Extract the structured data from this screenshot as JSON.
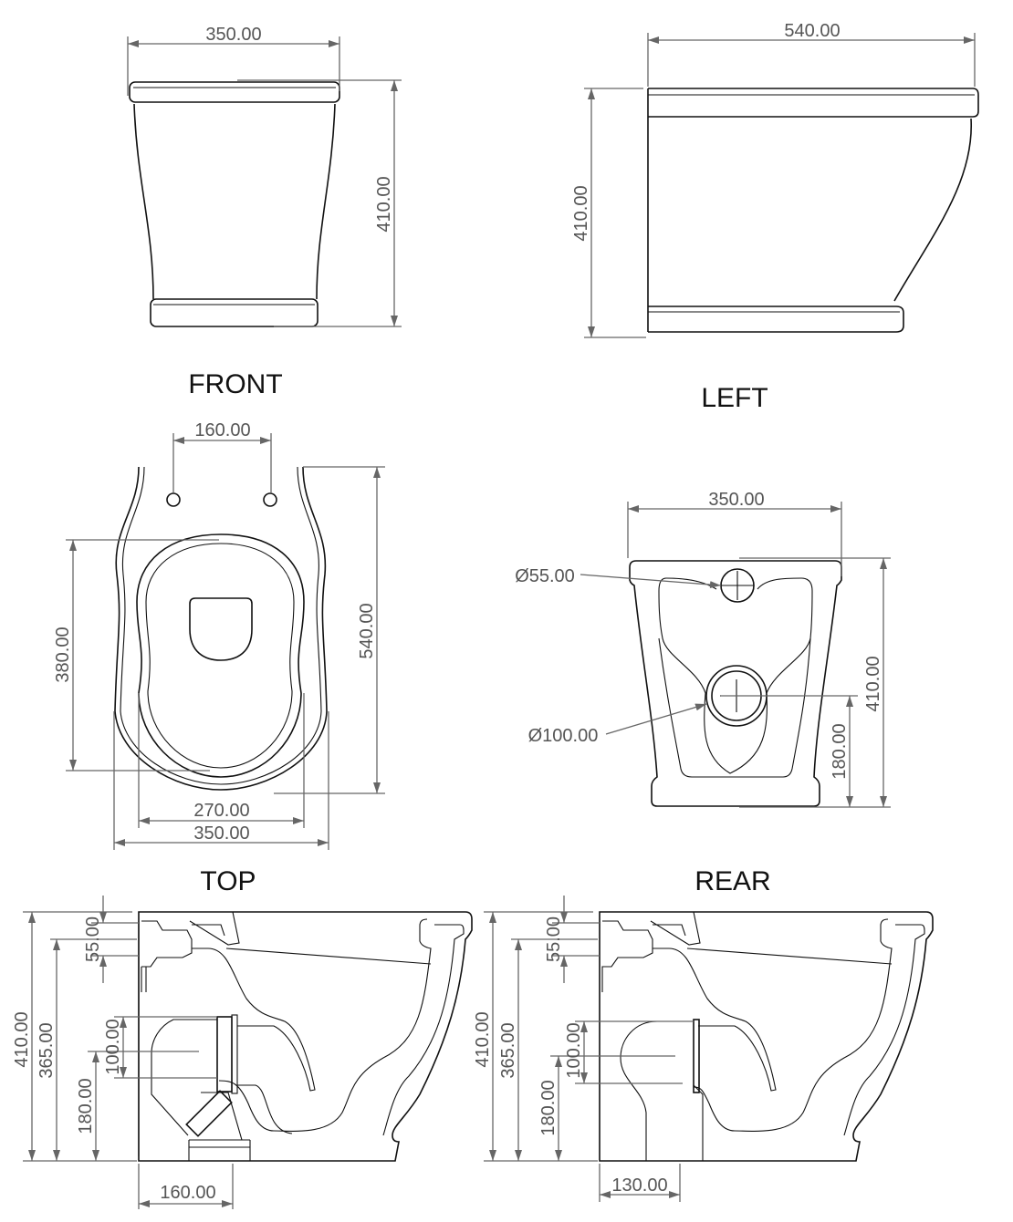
{
  "views": {
    "front": {
      "label": "FRONT",
      "width": "350.00",
      "height": "410.00"
    },
    "left": {
      "label": "LEFT",
      "depth": "540.00",
      "height": "410.00"
    },
    "top": {
      "label": "TOP",
      "hole_spacing": "160.00",
      "length": "540.00",
      "bowl_length": "380.00",
      "bowl_width": "270.00",
      "width": "350.00"
    },
    "rear": {
      "label": "REAR",
      "width": "350.00",
      "height": "410.00",
      "outlet_height": "180.00",
      "inlet_diameter": "Ø55.00",
      "outlet_diameter": "Ø100.00"
    },
    "section_p_trap": {
      "height": "410.00",
      "inlet_height": "365.00",
      "outlet_center": "180.00",
      "outlet_dia": "100.00",
      "inlet_dia": "55.00",
      "outlet_offset": "160.00"
    },
    "section_s_trap": {
      "height": "410.00",
      "inlet_height": "365.00",
      "outlet_center": "180.00",
      "outlet_dia": "100.00",
      "inlet_dia": "55.00",
      "outlet_offset": "130.00"
    }
  },
  "colors": {
    "line": "#111111",
    "dimension": "#666666"
  }
}
